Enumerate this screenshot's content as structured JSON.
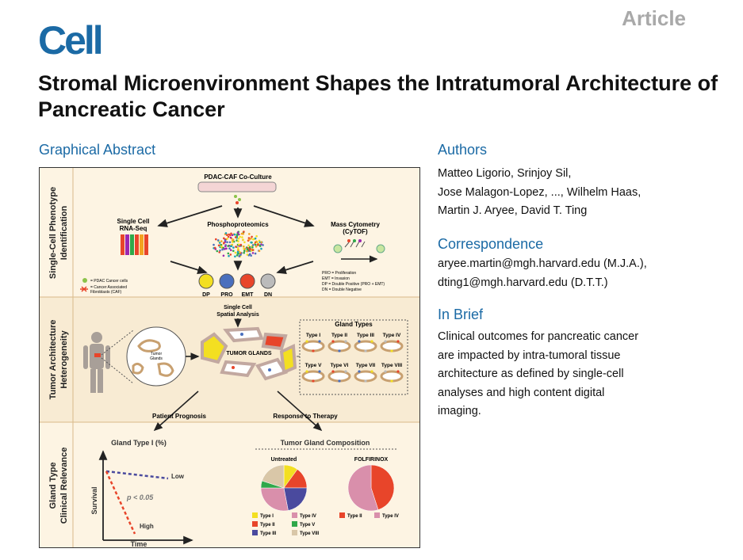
{
  "header": {
    "journal_logo": "Cell",
    "article_type": "Article"
  },
  "title": "Stromal Microenvironment Shapes the Intratumoral Architecture of Pancreatic Cancer",
  "graphical_abstract": {
    "heading": "Graphical Abstract",
    "section1": {
      "side_label": "Single-Cell Phenotype Identification",
      "coculture_label": "PDAC-CAF Co-Culture",
      "scrnaseq_label_1": "Single Cell",
      "scrnaseq_label_2": "RNA-Seq",
      "phospho_label": "Phosphoproteomics",
      "cytof_label_1": "Mass Cytometry",
      "cytof_label_2": "(CyTOF)",
      "legend_pdac": "= PDAC Cancer cells",
      "legend_caf_1": "= Cancer Associated",
      "legend_caf_2": "Fibroblasts (CAF)",
      "cells": [
        "DP",
        "PRO",
        "EMT",
        "DN"
      ],
      "defs": [
        "PRO = Proliferation",
        "EMT = Invasion",
        "DP = Double Positive (PRO + EMT)",
        "DN = Double Negative"
      ]
    },
    "section2": {
      "side_label": "Tumor Architecture Heterogeneity",
      "spatial_label_1": "Single Cell",
      "spatial_label_2": "Spatial Analysis",
      "tumor_glands_label": "TUMOR GLANDS",
      "inset_label_1": "Tumor",
      "inset_label_2": "Glands",
      "gland_types_title": "Gland Types",
      "gland_types": [
        "Type I",
        "Type II",
        "Type III",
        "Type IV",
        "Type V",
        "Type VI",
        "Type VII",
        "Type VIII"
      ]
    },
    "section3": {
      "side_label_1": "Gland Type",
      "side_label_2": "Clinical Relevance",
      "prognosis_label": "Patient Prognosis",
      "therapy_label": "Response to Therapy",
      "survival_chart": {
        "title": "Gland Type I (%)",
        "ylabel": "Survival",
        "xlabel": "Time",
        "series_low": "Low",
        "series_high": "High",
        "pvalue": "p < 0.05",
        "color_low": "#4a4a9e",
        "color_high": "#e8452a"
      },
      "composition": {
        "title": "Tumor Gland Composition",
        "untreated_label": "Untreated",
        "folfirinox_label": "FOLFIRINOX",
        "untreated_legend": [
          "Type I",
          "Type IV",
          "Type II",
          "Type V",
          "Type III",
          "Type VIII"
        ],
        "folfirinox_legend": [
          "Type II",
          "Type IV"
        ]
      }
    }
  },
  "chart_data": [
    {
      "type": "pie",
      "title": "Untreated",
      "categories": [
        "Type I",
        "Type II",
        "Type III",
        "Type IV",
        "Type V",
        "Type VIII"
      ],
      "values": [
        10,
        15,
        22,
        28,
        5,
        20
      ],
      "colors": [
        "#f3df21",
        "#e8452a",
        "#4a4a9e",
        "#d98fab",
        "#2fa84a",
        "#d9c7a8"
      ]
    },
    {
      "type": "pie",
      "title": "FOLFIRINOX",
      "categories": [
        "Type II",
        "Type IV"
      ],
      "values": [
        45,
        55
      ],
      "colors": [
        "#e8452a",
        "#d98fab"
      ]
    }
  ],
  "authors": {
    "heading": "Authors",
    "lines": [
      "Matteo Ligorio, Srinjoy Sil,",
      "Jose Malagon-Lopez, ..., Wilhelm Haas,",
      "Martin J. Aryee, David T. Ting"
    ]
  },
  "correspondence": {
    "heading": "Correspondence",
    "lines": [
      "aryee.martin@mgh.harvard.edu (M.J.A.),",
      "dting1@mgh.harvard.edu (D.T.T.)"
    ]
  },
  "in_brief": {
    "heading": "In Brief",
    "lines": [
      "Clinical outcomes for pancreatic cancer",
      "are impacted by intra-tumoral tissue",
      "architecture as defined by single-cell",
      "analyses and high content digital",
      "imaging."
    ]
  }
}
